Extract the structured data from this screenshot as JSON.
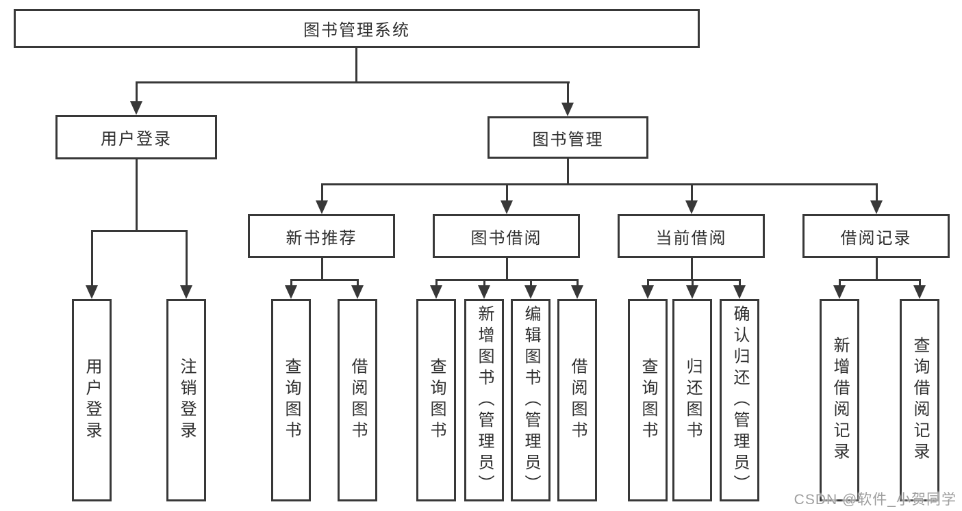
{
  "tree": {
    "root": {
      "label": "图书管理系统"
    },
    "branches": [
      {
        "label": "用户登录",
        "children": [
          {
            "label": "用户登录"
          },
          {
            "label": "注销登录"
          }
        ]
      },
      {
        "label": "图书管理",
        "children": [
          {
            "label": "新书推荐",
            "children": [
              {
                "label": "查询图书"
              },
              {
                "label": "借阅图书"
              }
            ]
          },
          {
            "label": "图书借阅",
            "children": [
              {
                "label": "查询图书"
              },
              {
                "label": "新增图书（管理员）"
              },
              {
                "label": "编辑图书（管理员）"
              },
              {
                "label": "借阅图书"
              }
            ]
          },
          {
            "label": "当前借阅",
            "children": [
              {
                "label": "查询图书"
              },
              {
                "label": "归还图书"
              },
              {
                "label": "确认归还（管理员）"
              }
            ]
          },
          {
            "label": "借阅记录",
            "children": [
              {
                "label": "新增借阅记录"
              },
              {
                "label": "查询借阅记录"
              }
            ]
          }
        ]
      }
    ]
  },
  "watermark": {
    "text": "CSDN @软件_小贺同学"
  },
  "colors": {
    "line": "#383838",
    "text": "#2e2e2e",
    "watermark": "#9e9e9e",
    "background": "#ffffff"
  }
}
